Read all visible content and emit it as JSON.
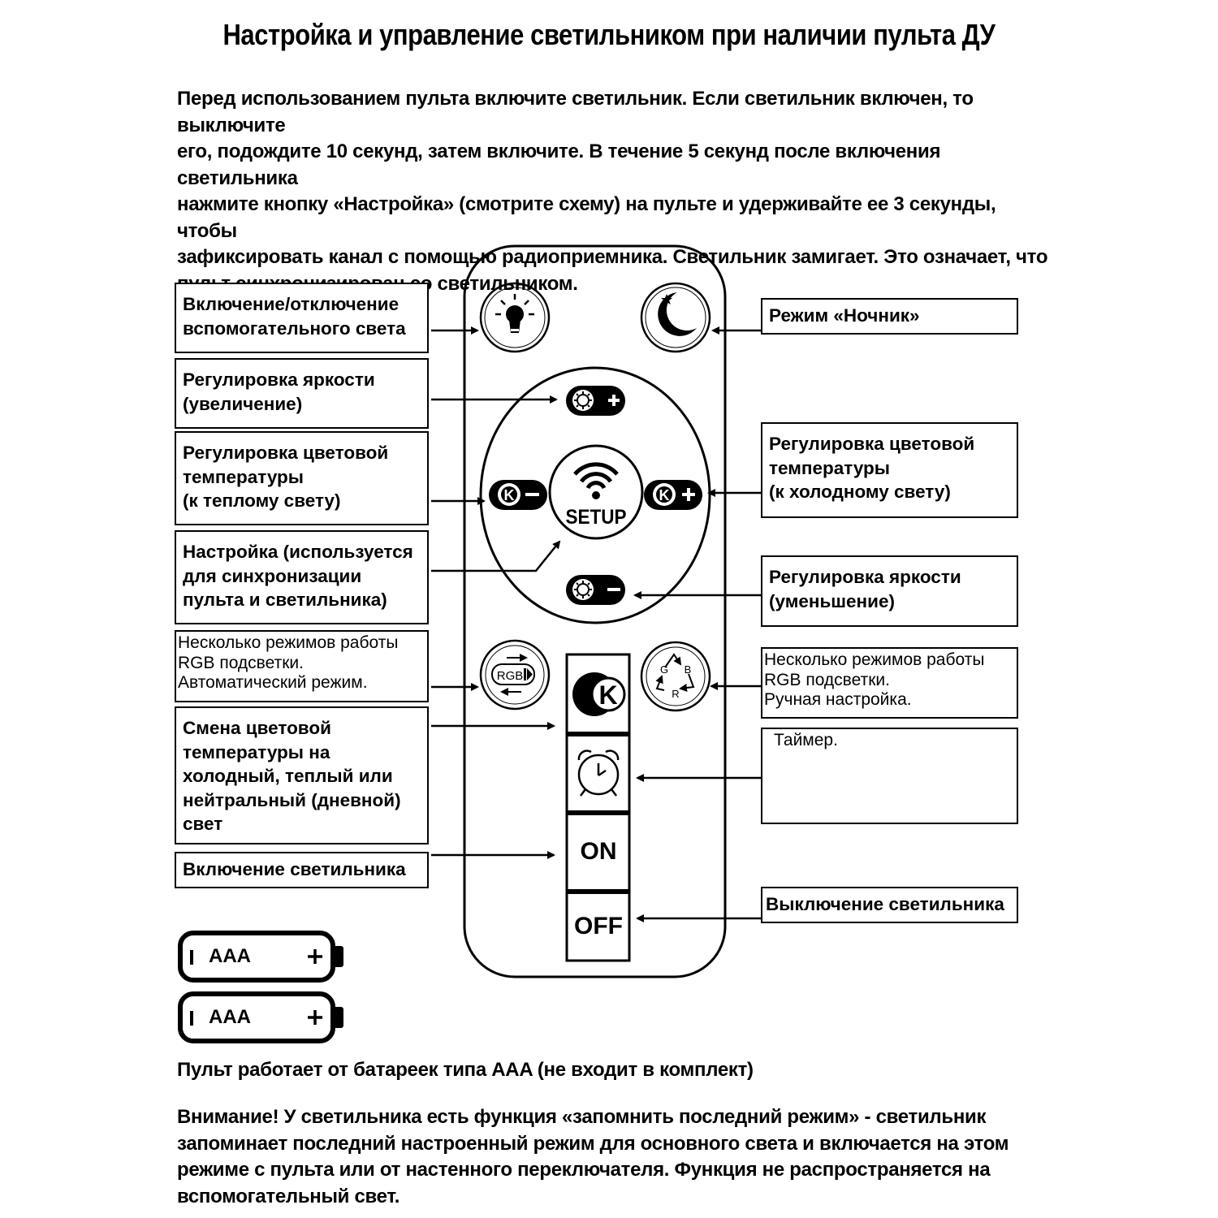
{
  "title": "Настройка и управление светильником при наличии пульта ДУ",
  "intro": "Перед использованием пульта включите светильник. Если светильник включен, то выключите\nего, подождите 10 секунд, затем включите. В течение 5 секунд после включения светильника\nнажмите кнопку «Настройка» (смотрите схему) на пульте и удерживайте ее 3 секунды, чтобы\nзафиксировать канал с помощью радиоприемника. Светильник замигает. Это означает, что\nпульт синхронизирован со светильником.",
  "labels": {
    "aux_light": "Включение/отключение\nвспомогательного света",
    "night_mode": "Режим «Ночник»",
    "brightness_up": "Регулировка яркости\n(увеличение)",
    "color_temp_warm": "Регулировка цветовой\nтемпературы\n(к теплому свету)",
    "color_temp_cold": "Регулировка цветовой\nтемпературы\n(к холодному свету)",
    "setup": "Настройка (используется\nдля синхронизации\nпульта и светильника)",
    "brightness_down": "Регулировка яркости\n(уменьшение)",
    "rgb_auto": "Несколько режимов работы\nRGB подсветки.\nАвтоматический режим.",
    "rgb_manual": "Несколько режимов работы\nRGB подсветки.\nРучная настройка.",
    "color_temp_switch": "Смена цветовой\nтемпературы на\nхолодный, теплый или\nнейтральный (дневной)\nсвет",
    "timer": "Таймер.",
    "power_on": "Включение светильника",
    "power_off": "Выключение светильника"
  },
  "remote": {
    "setup_label": "SETUP",
    "rgb_label": "RGB",
    "k_label": "K",
    "on_label": "ON",
    "off_label": "OFF",
    "recycle_letters": [
      "G",
      "B",
      "R"
    ]
  },
  "battery_label": "AAA",
  "battery_note": "Пульт работает от батареек типа AAA (не входит в комплект)",
  "warning": "Внимание! У светильника есть функция «запомнить последний режим» - светильник\nзапоминает последний настроенный режим для основного света и включается на этом\nрежиме с пульта или от настенного переключателя. Функция не распространяется на\nвспомогательный свет."
}
